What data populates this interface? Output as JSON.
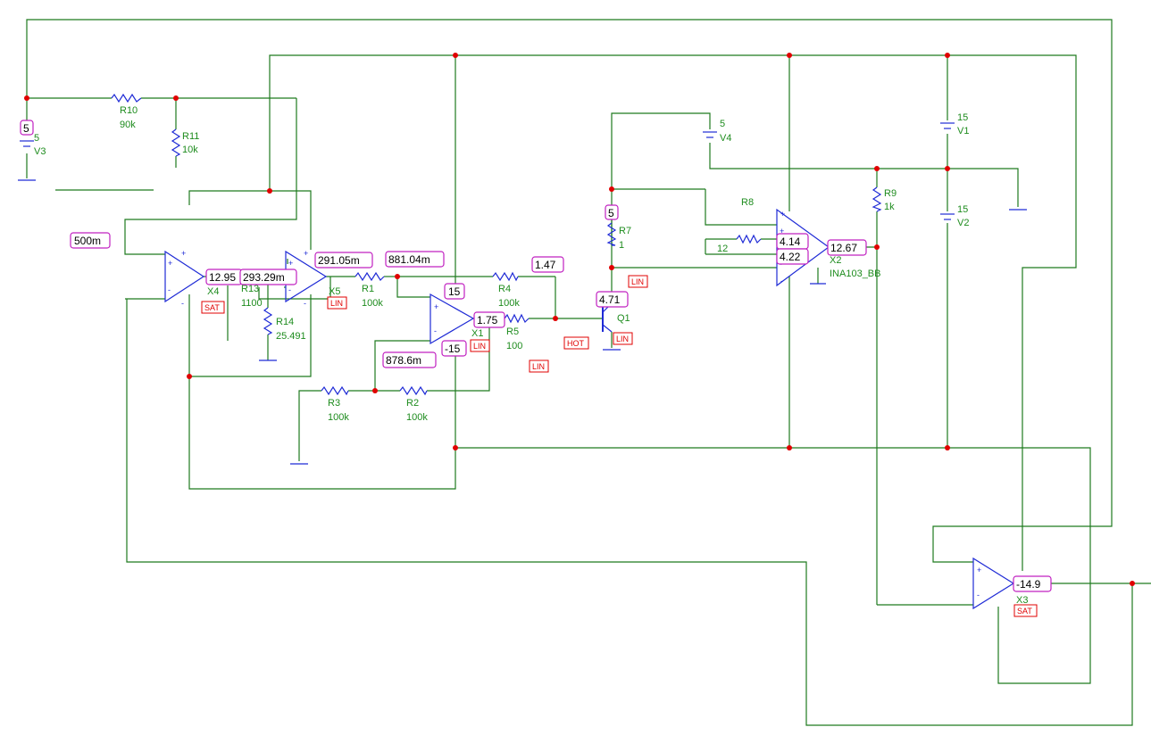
{
  "components": {
    "R10": {
      "name": "R10",
      "value": "90k"
    },
    "R11": {
      "name": "R11",
      "value": "10k"
    },
    "V3": {
      "name": "V3",
      "value": "5"
    },
    "R13": {
      "name": "R13",
      "value": "1100"
    },
    "R14": {
      "name": "R14",
      "value": "25.491"
    },
    "X4": {
      "name": "X4"
    },
    "X5": {
      "name": "X5"
    },
    "R1": {
      "name": "R1",
      "value": "100k"
    },
    "R4": {
      "name": "R4",
      "value": "100k"
    },
    "R5": {
      "name": "R5",
      "value": "100"
    },
    "X1": {
      "name": "X1"
    },
    "R3": {
      "name": "R3",
      "value": "100k"
    },
    "R2": {
      "name": "R2",
      "value": "100k"
    },
    "R7": {
      "name": "R7",
      "value": "1"
    },
    "Q1": {
      "name": "Q1"
    },
    "V4": {
      "name": "V4",
      "value": "5"
    },
    "R8": {
      "name": "R8",
      "value": "12"
    },
    "X2": {
      "name": "X2",
      "model": "INA103_BB"
    },
    "R9": {
      "name": "R9",
      "value": "1k"
    },
    "V1": {
      "name": "V1",
      "value": "15"
    },
    "V2": {
      "name": "V2",
      "value": "15"
    },
    "X3": {
      "name": "X3"
    }
  },
  "probes": {
    "v3_node": "5",
    "x4_plus": "500m",
    "x4_out": "12.95",
    "x5_minus": "293.29m",
    "x5_out": "291.05m",
    "x1_plus": "881.04m",
    "x1_vpos": "15",
    "x1_vneg": "-15",
    "x1_minus": "878.6m",
    "x1_out": "1.75",
    "r4_node": "1.47",
    "q1_emitter": "4.71",
    "r7_top": "5",
    "x2_in1": "4.14",
    "x2_in2": "4.22",
    "x2_out": "12.67",
    "x3_out": "-14.9"
  },
  "tags": {
    "x4": "SAT",
    "x5": "LIN",
    "x1": "LIN",
    "q1_hot": "HOT",
    "q1": "LIN",
    "r5": "LIN",
    "r7": "LIN",
    "x3": "SAT"
  },
  "colors": {
    "wire": "#1e7a1e",
    "junction": "#e00000",
    "component": "#1f2bd6",
    "probe_border": "#c020c0",
    "status_tag": "#e00000"
  }
}
